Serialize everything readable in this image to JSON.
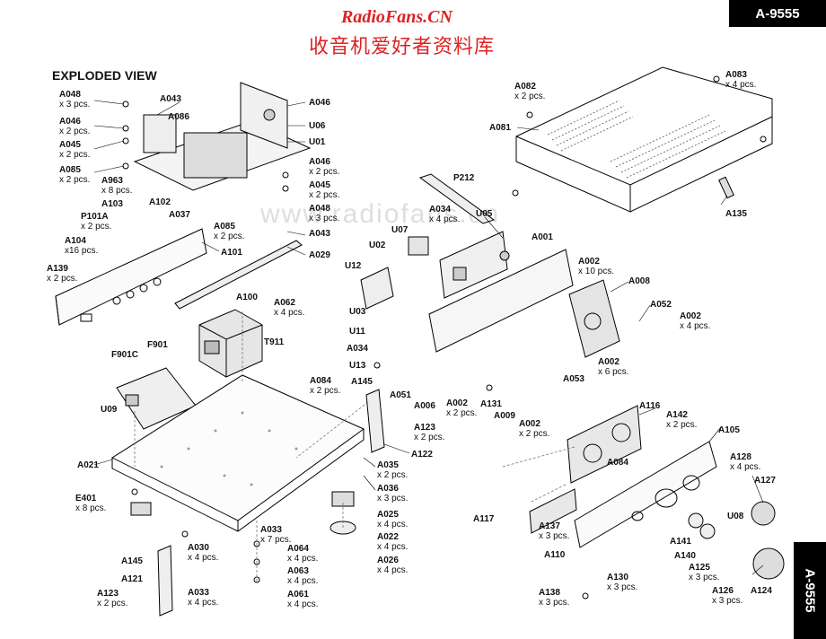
{
  "header": {
    "site": "RadioFans.CN",
    "site_cn": "收音机爱好者资料库",
    "model": "A-9555",
    "side_tab": "A-9555",
    "section": "EXPLODED VIEW",
    "watermark": "www.radiofans.cn"
  },
  "labels": {
    "A048a": {
      "code": "A048",
      "qty": "x 3 pcs."
    },
    "A043a": {
      "code": "A043",
      "qty": ""
    },
    "A046a": {
      "code": "A046",
      "qty": "x 2 pcs."
    },
    "A086": {
      "code": "A086",
      "qty": ""
    },
    "A045a": {
      "code": "A045",
      "qty": "x 2 pcs."
    },
    "A085a": {
      "code": "A085",
      "qty": "x 2 pcs."
    },
    "A963": {
      "code": "A963",
      "qty": "x 8 pcs."
    },
    "A103": {
      "code": "A103",
      "qty": ""
    },
    "A102": {
      "code": "A102",
      "qty": ""
    },
    "A037": {
      "code": "A037",
      "qty": ""
    },
    "P101A": {
      "code": "P101A",
      "qty": "x 2 pcs."
    },
    "A104": {
      "code": "A104",
      "qty": "x16 pcs."
    },
    "A139": {
      "code": "A139",
      "qty": "x 2 pcs."
    },
    "A046b": {
      "code": "A046",
      "qty": ""
    },
    "U06": {
      "code": "U06",
      "qty": ""
    },
    "U01": {
      "code": "U01",
      "qty": ""
    },
    "A046c": {
      "code": "A046",
      "qty": "x 2 pcs."
    },
    "A045b": {
      "code": "A045",
      "qty": "x 2 pcs."
    },
    "A048b": {
      "code": "A048",
      "qty": "x 3 pcs."
    },
    "A043b": {
      "code": "A043",
      "qty": ""
    },
    "A085b": {
      "code": "A085",
      "qty": "x 2 pcs."
    },
    "A101": {
      "code": "A101",
      "qty": ""
    },
    "A029": {
      "code": "A029",
      "qty": ""
    },
    "A100": {
      "code": "A100",
      "qty": ""
    },
    "A062": {
      "code": "A062",
      "qty": "x 4 pcs."
    },
    "T911": {
      "code": "T911",
      "qty": ""
    },
    "F901C": {
      "code": "F901C",
      "qty": ""
    },
    "F901": {
      "code": "F901",
      "qty": ""
    },
    "U09": {
      "code": "U09",
      "qty": ""
    },
    "A084a": {
      "code": "A084",
      "qty": "x 2 pcs."
    },
    "A145a": {
      "code": "A145",
      "qty": ""
    },
    "A123a": {
      "code": "A123",
      "qty": "x 2 pcs."
    },
    "A122": {
      "code": "A122",
      "qty": ""
    },
    "A021": {
      "code": "A021",
      "qty": ""
    },
    "A035": {
      "code": "A035",
      "qty": "x 2 pcs."
    },
    "A036": {
      "code": "A036",
      "qty": "x 3 pcs."
    },
    "E401": {
      "code": "E401",
      "qty": "x 8 pcs."
    },
    "A025": {
      "code": "A025",
      "qty": "x 4 pcs."
    },
    "A022": {
      "code": "A022",
      "qty": "x 4 pcs."
    },
    "A026": {
      "code": "A026",
      "qty": "x 4 pcs."
    },
    "A033a": {
      "code": "A033",
      "qty": "x 7 pcs."
    },
    "A064": {
      "code": "A064",
      "qty": "x 4 pcs."
    },
    "A063": {
      "code": "A063",
      "qty": "x 4 pcs."
    },
    "A061": {
      "code": "A061",
      "qty": "x 4 pcs."
    },
    "A030": {
      "code": "A030",
      "qty": "x 4 pcs."
    },
    "A145b": {
      "code": "A145",
      "qty": ""
    },
    "A121": {
      "code": "A121",
      "qty": ""
    },
    "A123b": {
      "code": "A123",
      "qty": "x 2 pcs."
    },
    "A033b": {
      "code": "A033",
      "qty": "x 4 pcs."
    },
    "A082": {
      "code": "A082",
      "qty": "x 2 pcs."
    },
    "A083": {
      "code": "A083",
      "qty": "x 4 pcs."
    },
    "A081": {
      "code": "A081",
      "qty": ""
    },
    "A135": {
      "code": "A135",
      "qty": ""
    },
    "P212": {
      "code": "P212",
      "qty": ""
    },
    "A034a": {
      "code": "A034",
      "qty": "x 4 pcs."
    },
    "U05": {
      "code": "U05",
      "qty": ""
    },
    "U07": {
      "code": "U07",
      "qty": ""
    },
    "U02": {
      "code": "U02",
      "qty": ""
    },
    "A001": {
      "code": "A001",
      "qty": ""
    },
    "U12": {
      "code": "U12",
      "qty": ""
    },
    "A002a": {
      "code": "A002",
      "qty": "x 10 pcs."
    },
    "A008": {
      "code": "A008",
      "qty": ""
    },
    "A052": {
      "code": "A052",
      "qty": ""
    },
    "A002b": {
      "code": "A002",
      "qty": "x 4 pcs."
    },
    "U03": {
      "code": "U03",
      "qty": ""
    },
    "U11": {
      "code": "U11",
      "qty": ""
    },
    "A034b": {
      "code": "A034",
      "qty": ""
    },
    "U13": {
      "code": "U13",
      "qty": ""
    },
    "A002c": {
      "code": "A002",
      "qty": "x 6 pcs."
    },
    "A053": {
      "code": "A053",
      "qty": ""
    },
    "A051": {
      "code": "A051",
      "qty": ""
    },
    "A006": {
      "code": "A006",
      "qty": ""
    },
    "A002d": {
      "code": "A002",
      "qty": "x 2 pcs."
    },
    "A131": {
      "code": "A131",
      "qty": ""
    },
    "A009": {
      "code": "A009",
      "qty": ""
    },
    "A002e": {
      "code": "A002",
      "qty": "x 2 pcs."
    },
    "A116": {
      "code": "A116",
      "qty": ""
    },
    "A142": {
      "code": "A142",
      "qty": "x 2 pcs."
    },
    "A105": {
      "code": "A105",
      "qty": ""
    },
    "A084b": {
      "code": "A084",
      "qty": ""
    },
    "A128": {
      "code": "A128",
      "qty": "x 4 pcs."
    },
    "A127": {
      "code": "A127",
      "qty": ""
    },
    "A117": {
      "code": "A117",
      "qty": ""
    },
    "U08": {
      "code": "U08",
      "qty": ""
    },
    "A137": {
      "code": "A137",
      "qty": "x 3 pcs."
    },
    "A141": {
      "code": "A141",
      "qty": ""
    },
    "A110": {
      "code": "A110",
      "qty": ""
    },
    "A140": {
      "code": "A140",
      "qty": ""
    },
    "A125": {
      "code": "A125",
      "qty": "x 3 pcs."
    },
    "A130": {
      "code": "A130",
      "qty": "x 3 pcs."
    },
    "A126": {
      "code": "A126",
      "qty": "x 3 pcs."
    },
    "A124": {
      "code": "A124",
      "qty": ""
    },
    "A138": {
      "code": "A138",
      "qty": "x 3 pcs."
    }
  }
}
